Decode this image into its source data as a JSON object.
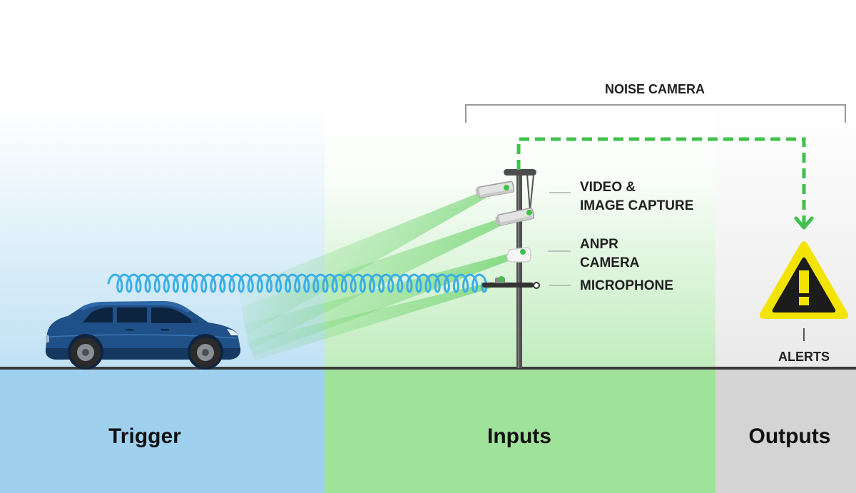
{
  "diagram": {
    "system_label": "NOISE CAMERA",
    "video_capture_label": [
      "VIDEO &",
      "IMAGE CAPTURE"
    ],
    "anpr_label": [
      "ANPR",
      "CAMERA"
    ],
    "microphone_label": "MICROPHONE",
    "alerts_label": "ALERTS",
    "zones": [
      "Trigger",
      "Inputs",
      "Outputs"
    ]
  },
  "icons": {
    "vehicle": "car-icon",
    "cameras": "cctv-camera-icon",
    "anpr": "anpr-camera-icon",
    "microphone": "microphone-icon",
    "sound": "sound-wave-icon",
    "alert": "warning-triangle-icon"
  },
  "colors": {
    "trigger_zone": "#9fd1ef",
    "inputs_zone": "#9fe29a",
    "outputs_zone": "#d4d4d4",
    "signal_path": "#3fc24a",
    "detection_beam": "#4cc94b",
    "sound_wave": "#3aaee6",
    "car_body": "#1f5088",
    "warning": "#f2e400",
    "ground": "#3b3b3b"
  }
}
